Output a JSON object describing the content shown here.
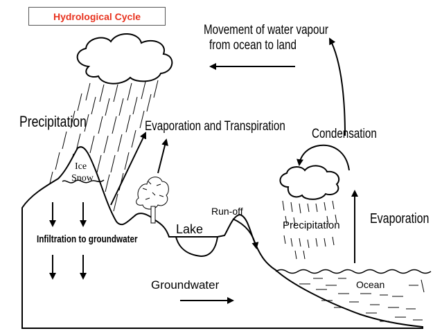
{
  "title": "Hydrological Cycle",
  "colors": {
    "title": "#e8321e",
    "ink": "#000000"
  },
  "labels": {
    "movement_line1": "Movement of water vapour",
    "movement_line2": "from ocean to land",
    "precipitation_left": "Precipitation",
    "evaporation_transpiration": "Evaporation and Transpiration",
    "condensation": "Condensation",
    "ice": "Ice",
    "snow": "Snow",
    "run_off": "Run-off",
    "precipitation_right": "Precipitation",
    "evaporation": "Evaporation",
    "lake": "Lake",
    "infiltration": "Infiltration to groundwater",
    "groundwater": "Groundwater",
    "ocean": "Ocean"
  },
  "icons": [
    "cloud-icon",
    "tree-icon",
    "arrow-icon",
    "rain-icon",
    "wave-icon"
  ]
}
